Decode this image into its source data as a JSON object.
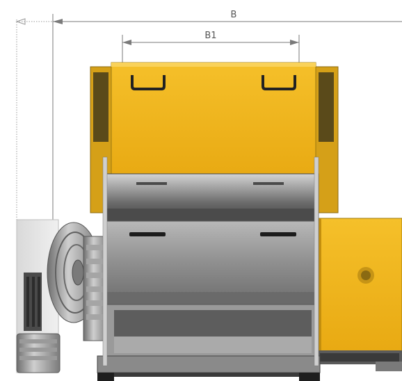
{
  "dimensions": {
    "overall_label": "B",
    "inner_label": "B1"
  },
  "colors": {
    "housing_yellow": "#f2b517",
    "housing_yellow_light": "#f7c93a",
    "housing_shadow": "#8a6a12",
    "steel_gray": "#8c8c8c",
    "steel_dark": "#3c3c3c",
    "steel_light": "#c4c4c4",
    "dimension_line": "#7a7a7a"
  },
  "icons": {
    "hopper": "machine-hopper",
    "drive": "drive-motor-pulley",
    "side_housing": "side-cabinet"
  }
}
